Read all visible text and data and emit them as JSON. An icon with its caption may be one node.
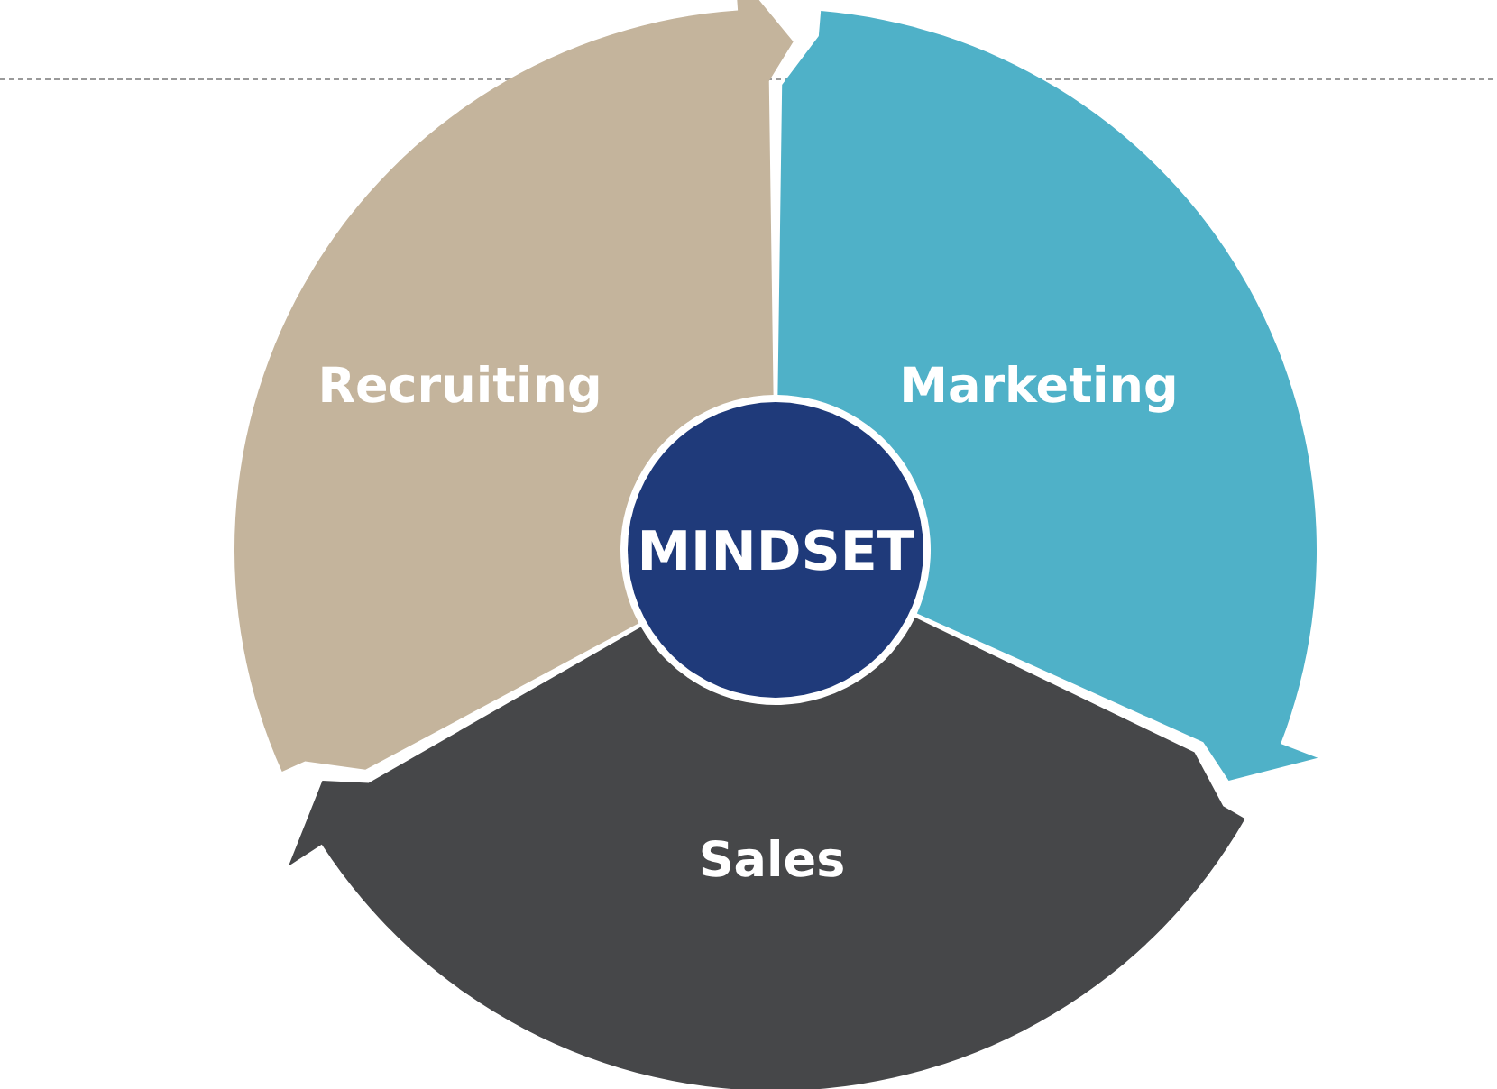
{
  "diagram": {
    "nodes": [
      {
        "text": [
          "Recruiting"
        ]
      },
      {
        "text": [
          "Marketing"
        ]
      },
      {
        "text": [
          "Sales"
        ]
      },
      {
        "text": [
          "MINDSET"
        ]
      }
    ]
  }
}
